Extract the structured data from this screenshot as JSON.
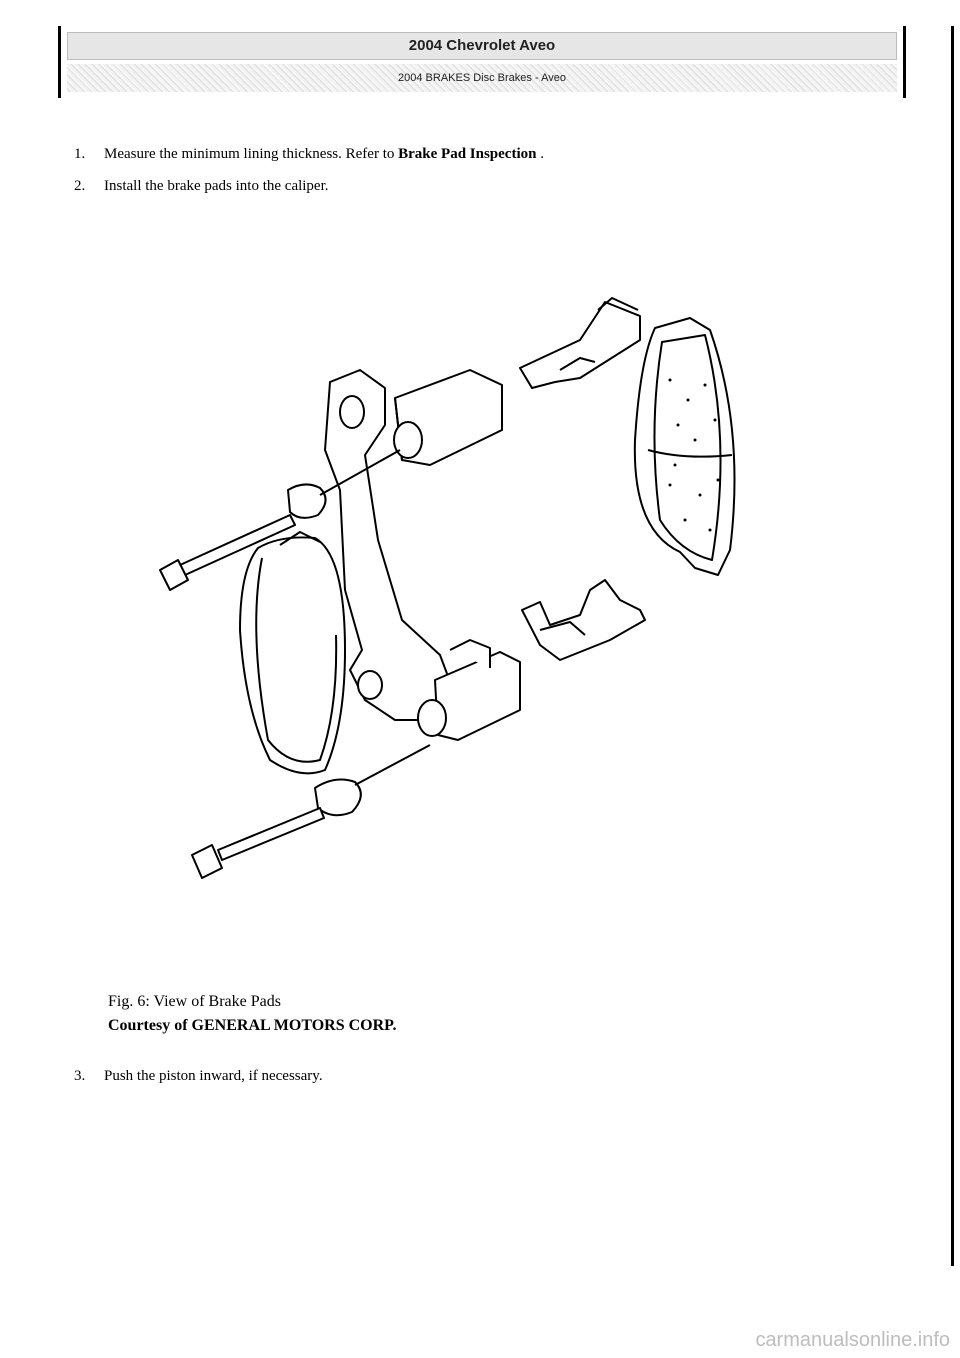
{
  "header": {
    "title": "2004 Chevrolet Aveo",
    "subtitle": "2004 BRAKES Disc Brakes - Aveo"
  },
  "steps": [
    {
      "number": "1.",
      "text": "Measure the minimum lining thickness. Refer to ",
      "ref": "Brake Pad Inspection",
      "tail": " ."
    },
    {
      "number": "2.",
      "text": "Install the brake pads into the caliper."
    },
    {
      "number": "3.",
      "text": "Push the piston inward, if necessary."
    }
  ],
  "figure": {
    "caption": "Fig. 6: View of Brake Pads",
    "courtesy": "Courtesy of GENERAL MOTORS CORP."
  },
  "watermark": "carmanualsonline.info"
}
